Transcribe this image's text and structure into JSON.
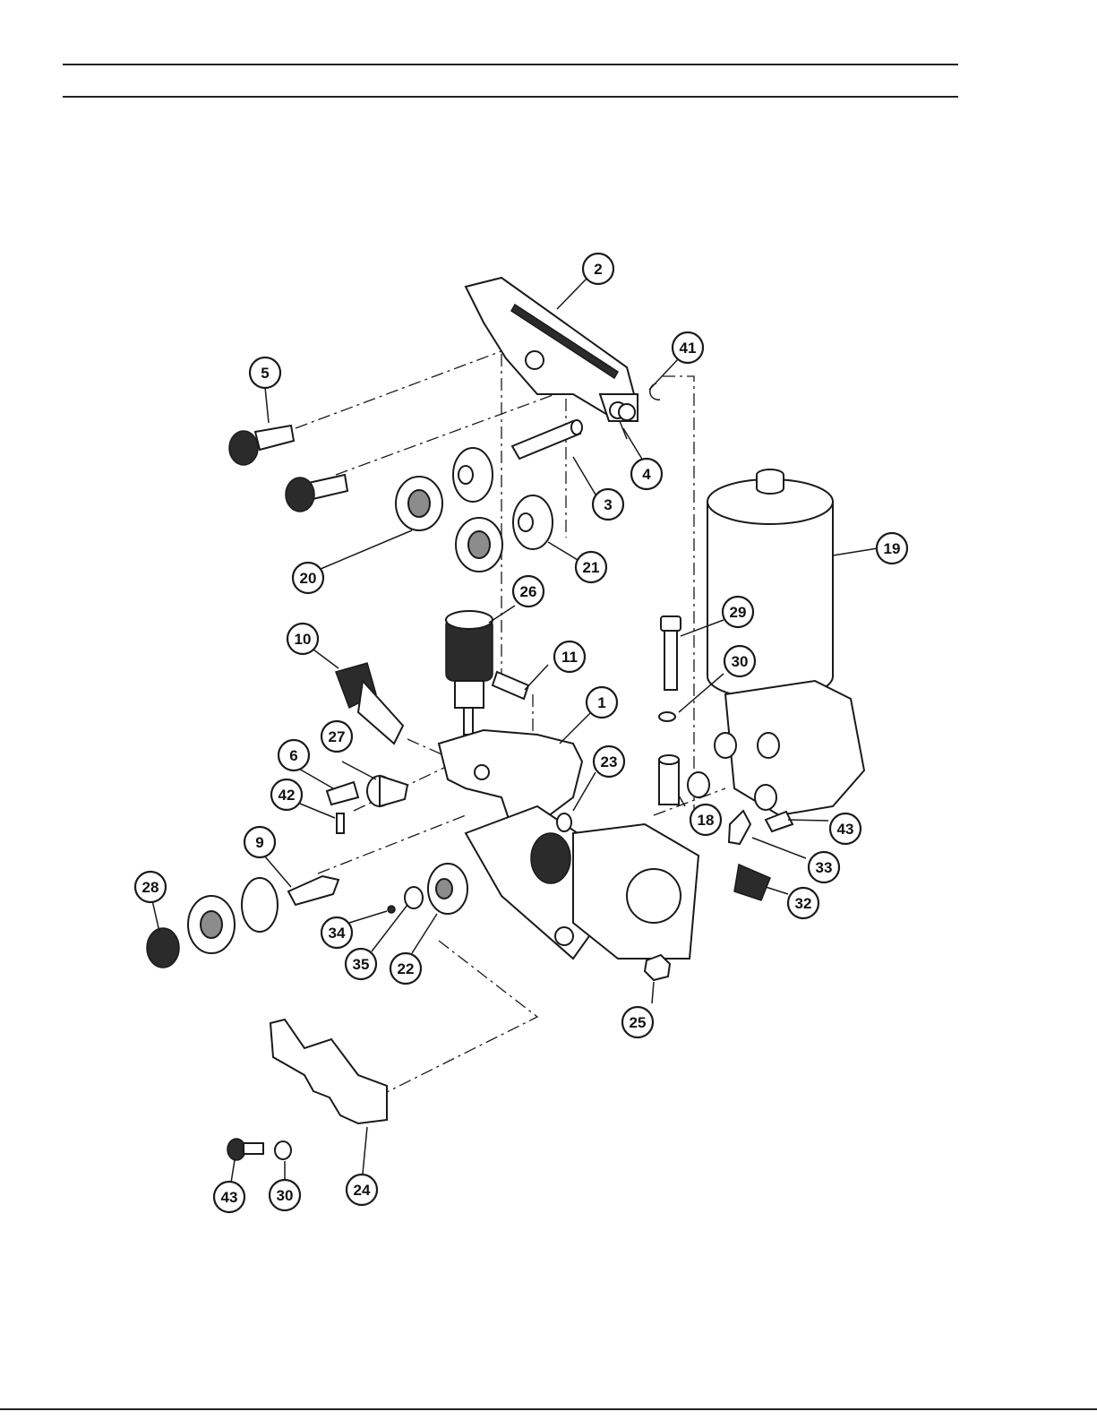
{
  "diagram": {
    "callouts": [
      {
        "id": "c2",
        "label": "2"
      },
      {
        "id": "c41",
        "label": "41"
      },
      {
        "id": "c5",
        "label": "5"
      },
      {
        "id": "c4",
        "label": "4"
      },
      {
        "id": "c3",
        "label": "3"
      },
      {
        "id": "c19",
        "label": "19"
      },
      {
        "id": "c20",
        "label": "20"
      },
      {
        "id": "c21",
        "label": "21"
      },
      {
        "id": "c26",
        "label": "26"
      },
      {
        "id": "c29",
        "label": "29"
      },
      {
        "id": "c10",
        "label": "10"
      },
      {
        "id": "c11",
        "label": "11"
      },
      {
        "id": "c30a",
        "label": "30"
      },
      {
        "id": "c1",
        "label": "1"
      },
      {
        "id": "c27",
        "label": "27"
      },
      {
        "id": "c6",
        "label": "6"
      },
      {
        "id": "c23",
        "label": "23"
      },
      {
        "id": "c42",
        "label": "42"
      },
      {
        "id": "c18",
        "label": "18"
      },
      {
        "id": "c43a",
        "label": "43"
      },
      {
        "id": "c9",
        "label": "9"
      },
      {
        "id": "c33",
        "label": "33"
      },
      {
        "id": "c28",
        "label": "28"
      },
      {
        "id": "c32",
        "label": "32"
      },
      {
        "id": "c34",
        "label": "34"
      },
      {
        "id": "c35",
        "label": "35"
      },
      {
        "id": "c22",
        "label": "22"
      },
      {
        "id": "c25",
        "label": "25"
      },
      {
        "id": "c43b",
        "label": "43"
      },
      {
        "id": "c30b",
        "label": "30"
      },
      {
        "id": "c24",
        "label": "24"
      }
    ]
  }
}
